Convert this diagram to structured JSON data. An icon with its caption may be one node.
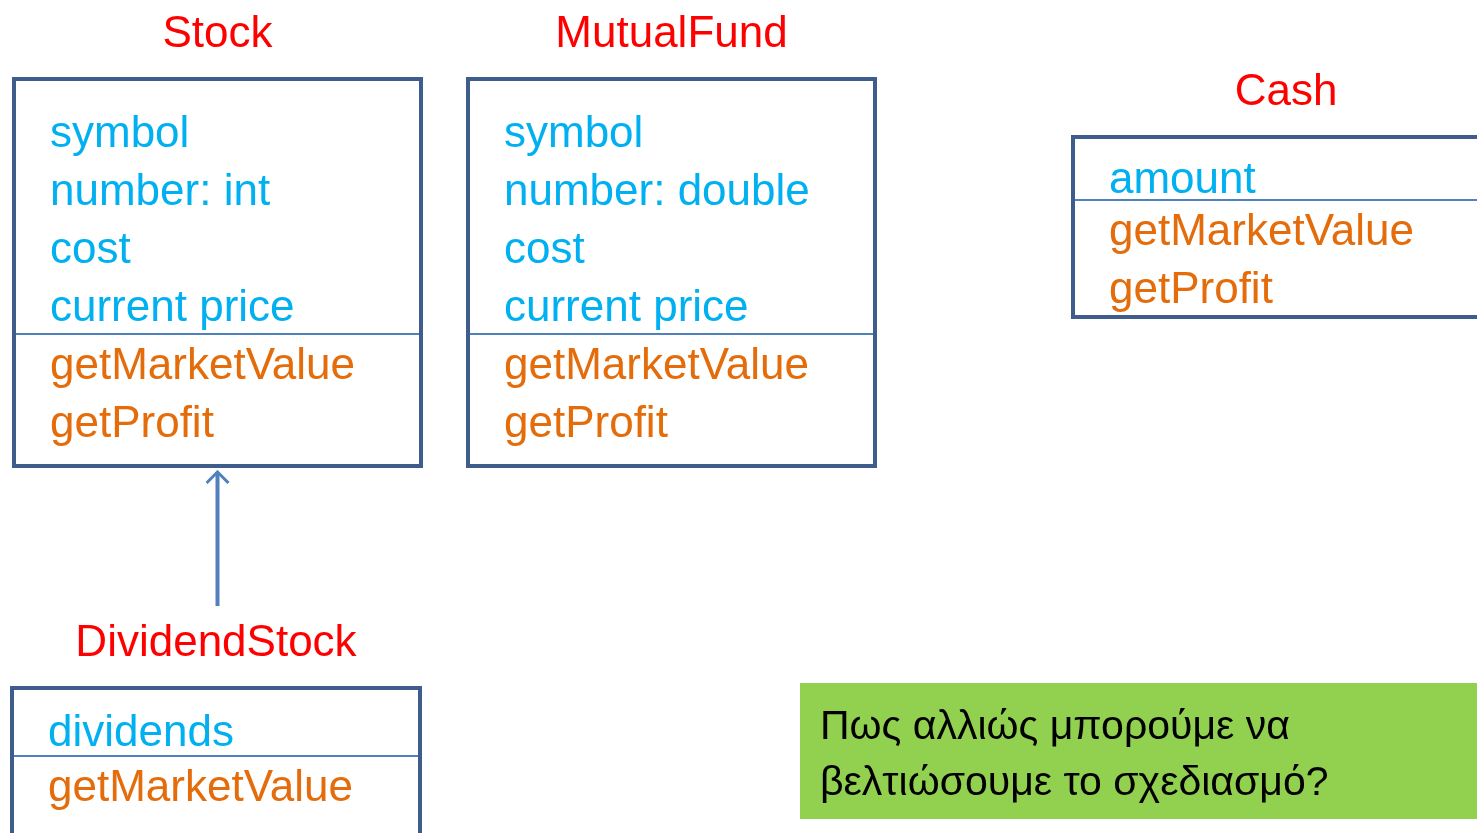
{
  "diagram": {
    "nodes": [
      {
        "text": [
          "Stock"
        ]
      },
      {
        "text": [
          "symbol",
          "number: int",
          "cost",
          "current price"
        ],
        "in": 0
      },
      {
        "text": [
          "getMarketValue",
          "getProfit"
        ],
        "in": 0
      },
      {
        "text": [
          "MutualFund"
        ]
      },
      {
        "text": [
          "symbol",
          "number: double",
          "cost",
          "current price"
        ],
        "in": 3
      },
      {
        "text": [
          "getMarketValue",
          "getProfit"
        ],
        "in": 3
      },
      {
        "text": [
          "Cash"
        ]
      },
      {
        "text": [
          "amount"
        ],
        "in": 6
      },
      {
        "text": [
          "getMarketValue",
          "getProfit"
        ],
        "in": 6
      },
      {
        "text": [
          "DividendStock"
        ]
      },
      {
        "text": [
          "dividends"
        ],
        "in": 9
      },
      {
        "text": [
          "getMarketValue"
        ],
        "in": 9
      },
      {
        "text": [
          "Πως αλλιώς μπορούμε να βελτιώσουμε το σχεδιασμό?"
        ]
      }
    ],
    "edges": [
      {
        "from": 9,
        "to": 0,
        "arrow": "to"
      }
    ]
  }
}
